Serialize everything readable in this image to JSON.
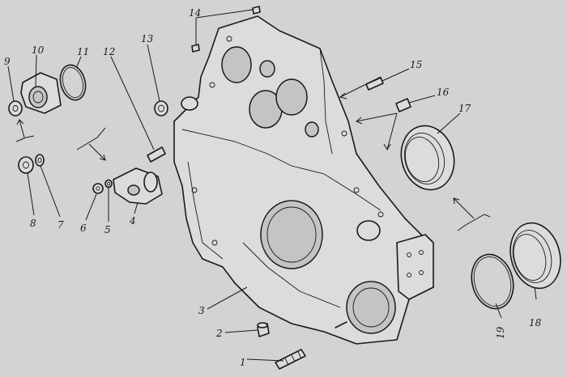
{
  "diagram": {
    "background": "#d3d3d3",
    "ink": "#1a1a1a",
    "callouts": [
      "1",
      "2",
      "3",
      "4",
      "5",
      "6",
      "7",
      "8",
      "9",
      "10",
      "11",
      "12",
      "13",
      "14",
      "15",
      "16",
      "17",
      "18",
      "19"
    ]
  }
}
